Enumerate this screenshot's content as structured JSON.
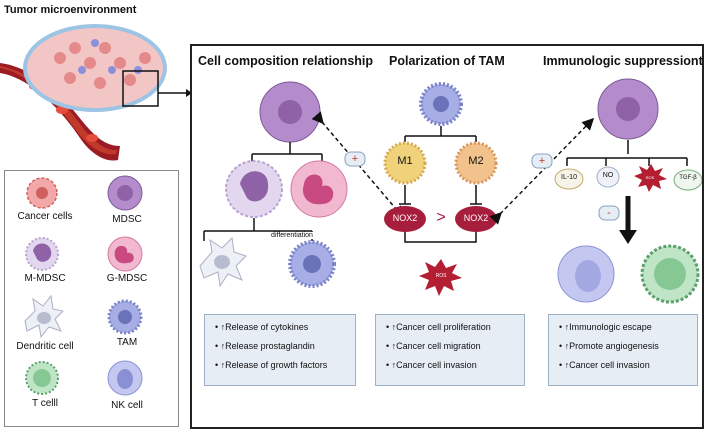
{
  "header": {
    "title": "Tumor microenvironment"
  },
  "legend": [
    {
      "key": "cancer",
      "label": "Cancer cells"
    },
    {
      "key": "mdsc",
      "label": "MDSC"
    },
    {
      "key": "mmdsc",
      "label": "M-MDSC"
    },
    {
      "key": "gmdsc",
      "label": "G-MDSC"
    },
    {
      "key": "dc",
      "label": "Dendritic cell"
    },
    {
      "key": "tam",
      "label": "TAM"
    },
    {
      "key": "tcell",
      "label": "T celll"
    },
    {
      "key": "nk",
      "label": "NK cell"
    }
  ],
  "sections": {
    "composition": {
      "title": "Cell composition relationship",
      "differentiation": "differentiation",
      "items": [
        "↑Release of cytokines",
        "↑Release prostaglandin",
        "↑Release of growth factors"
      ]
    },
    "polarization": {
      "title": "Polarization of TAM",
      "m1": "M1",
      "m2": "M2",
      "nox_left": "NOX2",
      "nox_right": "NOX2",
      "gt": ">",
      "ros": "ROS",
      "items": [
        "↑Cancer cell proliferation",
        "↑Cancer cell migration",
        "↑Cancer cell invasion"
      ]
    },
    "suppression": {
      "title": "Immunologic suppressiont",
      "il10": "IL-10",
      "no": "NO",
      "ros": "ROS",
      "tgfb": "TGF-β",
      "items": [
        "↑Immunologic escape",
        "↑Promote angiogenesis",
        "↑Cancer cell invasion"
      ]
    }
  },
  "signs": {
    "plus_left": "+",
    "plus_right": "+",
    "minus": "-"
  },
  "colors": {
    "mdsc": "#b48ccc",
    "tam": "#a7aee6",
    "box_fill": "#e7edf5",
    "nox": "#a61e3c",
    "m1": "#f0d27a",
    "m2": "#f2c28c"
  }
}
